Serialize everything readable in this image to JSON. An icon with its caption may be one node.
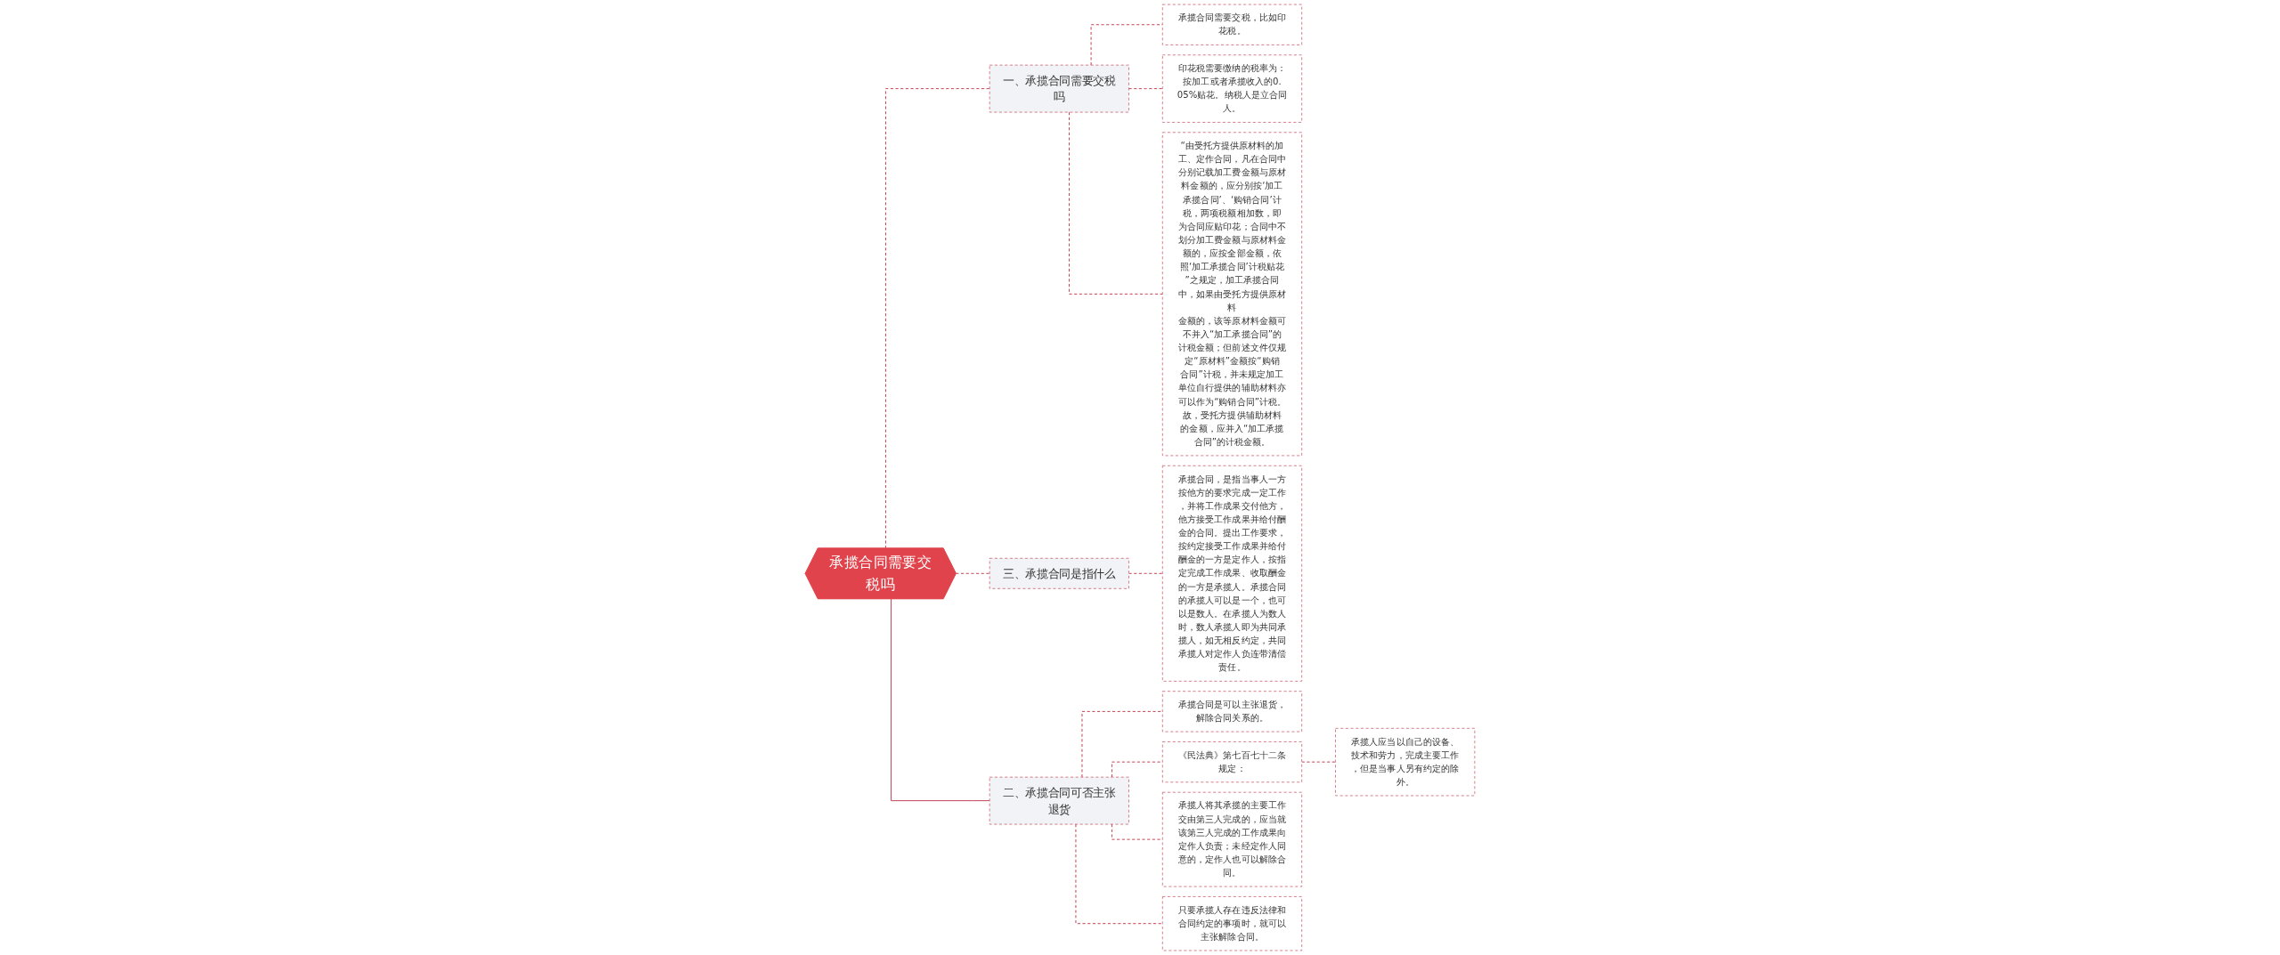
{
  "diagram": {
    "nodes": [
      {
        "text": [
          "承揽合同需要交税吗"
        ]
      },
      {
        "text": [
          "一、承揽合同需要交税吗"
        ]
      },
      {
        "text": [
          "承揽合同需要交税，比如印花税。"
        ]
      },
      {
        "text": [
          "印花税需要缴纳的税率为：按加工或者承揽收入的0.05%贴花。纳税人是立合同人。"
        ]
      },
      {
        "text": [
          "“由受托方提供原材料的加工、定作合同，凡在合同中分别记载加工费金额与原材料金额的，应分别按‘加工承揽合同’、‘购销合同’计税，两项税额相加数，即为合同应贴印花；合同中不划分加工费金额与原材料金额的，应按全部金额，依照‘加工承揽合同’计税贴花”之规定，加工承揽合同中，如果由受托方提供原材料金额的，该等原材料金额可不并入“加工承揽合同”的计税金额；但前述文件仅规定“原材料”金额按“购销合同”计税，并未规定加工单位自行提供的辅助材料亦可以作为“购销合同”计税。故，受托方提供辅助材料的金额，应并入“加工承揽合同”的计税金额。"
        ]
      },
      {
        "text": [
          "三、承揽合同是指什么"
        ]
      },
      {
        "text": [
          "承揽合同，是指当事人一方按他方的要求完成一定工作，并将工作成果交付他方，他方接受工作成果并给付酬金的合同。提出工作要求，按约定接受工作成果并给付酬金的一方是定作人，按指定完成工作成果、收取酬金的一方是承揽人。承揽合同的承揽人可以是一个，也可以是数人。在承揽人为数人时，数人承揽人即为共同承揽人，如无相反约定，共同承揽人对定作人负连带清偿责任。"
        ]
      },
      {
        "text": [
          "二、承揽合同可否主张退货"
        ]
      },
      {
        "text": [
          "承揽合同是可以主张退货，解除合同关系的。"
        ]
      },
      {
        "text": [
          "《民法典》第七百七十二条规定："
        ]
      },
      {
        "text": [
          "承揽人应当以自己的设备、技术和劳力，完成主要工作，但是当事人另有约定的除外。"
        ]
      },
      {
        "text": [
          "承揽人将其承揽的主要工作交由第三人完成的，应当就该第三人完成的工作成果向定作人负责；未经定作人同意的，定作人也可以解除合同。"
        ]
      },
      {
        "text": [
          "只要承揽人存在违反法律和合同约定的事项时，就可以主张解除合同。"
        ]
      }
    ],
    "edges": [
      {
        "from": 0,
        "to": 1,
        "arrow": "none",
        "style": "dashed"
      },
      {
        "from": 1,
        "to": 2,
        "arrow": "none",
        "style": "dashed"
      },
      {
        "from": 1,
        "to": 3,
        "arrow": "none",
        "style": "dashed"
      },
      {
        "from": 1,
        "to": 4,
        "arrow": "none",
        "style": "dashed"
      },
      {
        "from": 0,
        "to": 5,
        "arrow": "none",
        "style": "dashed"
      },
      {
        "from": 5,
        "to": 6,
        "arrow": "none",
        "style": "dashed"
      },
      {
        "from": 0,
        "to": 7,
        "arrow": "none"
      },
      {
        "from": 7,
        "to": 8,
        "arrow": "none",
        "style": "dashed"
      },
      {
        "from": 7,
        "to": 9,
        "arrow": "none",
        "style": "dashed"
      },
      {
        "from": 9,
        "to": 10,
        "arrow": "none",
        "style": "dashed"
      },
      {
        "from": 7,
        "to": 11,
        "arrow": "none",
        "style": "dashed"
      },
      {
        "from": 7,
        "to": 12,
        "arrow": "none",
        "style": "dashed"
      }
    ]
  }
}
